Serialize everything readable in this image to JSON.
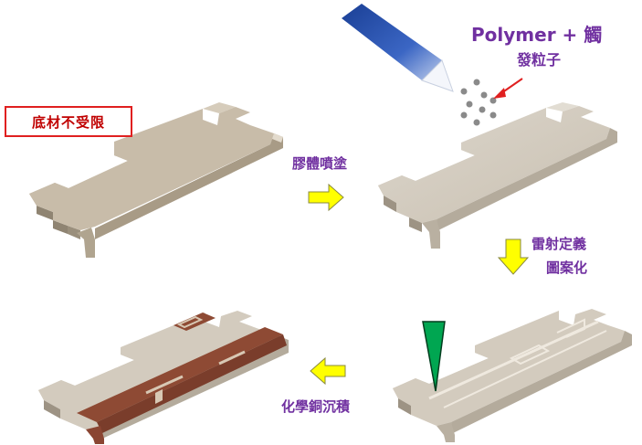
{
  "labels": {
    "substrate": "底材不受限",
    "polymer_line1": "Polymer + 觸",
    "polymer_line2": "發粒子",
    "spray": "膠體噴塗",
    "laser_line1": "雷射定義",
    "laser_line2": "圖案化",
    "copper": "化學銅沉積"
  },
  "colors": {
    "label_purple": "#7030a0",
    "box_border": "#e02020",
    "box_text": "#c00000",
    "arrow_fill": "#ffff00",
    "arrow_stroke": "#8a8a40",
    "raw_substrate": "#c8bca9",
    "coated_substrate": "#d3cbbe",
    "copper_trace": "#8e4a34",
    "laser_cone": "#00a651",
    "nozzle_blue": "#1f4aa0",
    "particle_grey": "#8a8a8a",
    "pointer_red": "#e02020"
  },
  "icons": [
    "spray-nozzle-icon",
    "laser-beam-icon",
    "flow-arrow-icon"
  ]
}
